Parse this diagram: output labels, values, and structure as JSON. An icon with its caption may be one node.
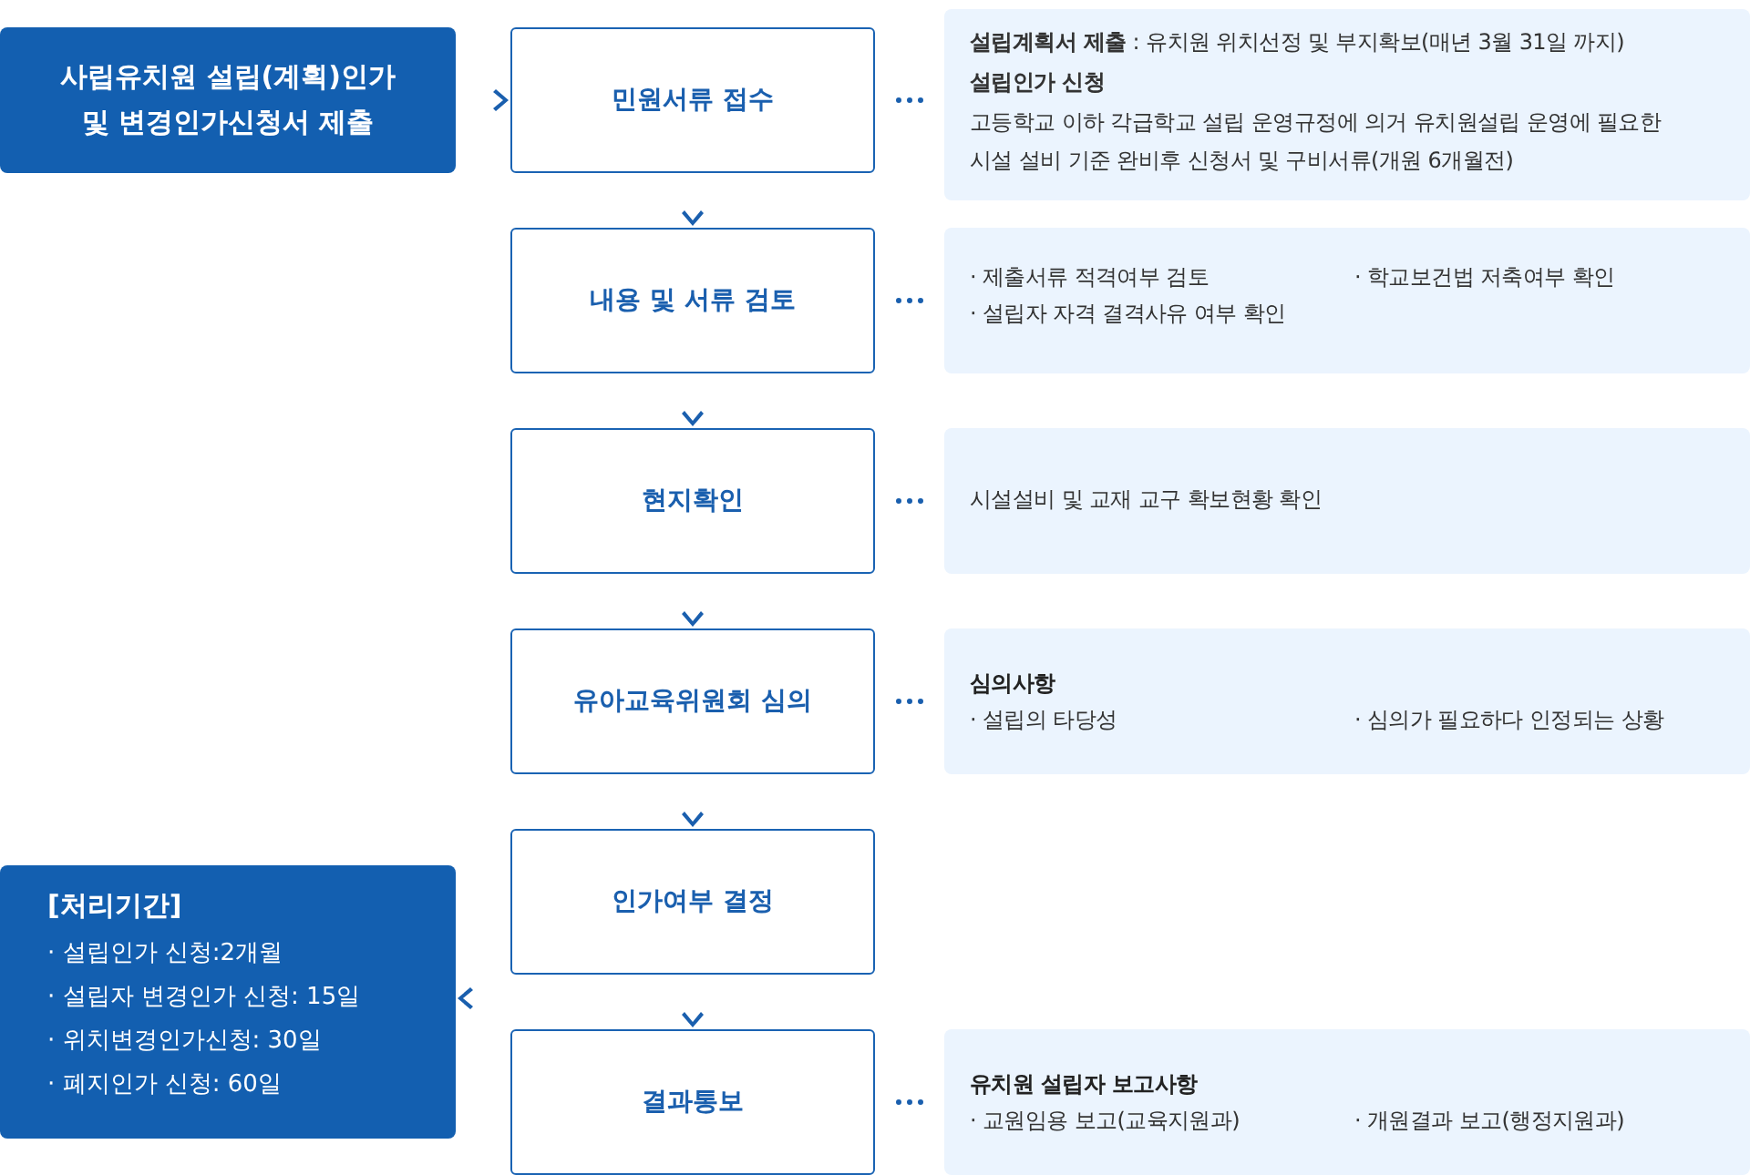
{
  "diagram": {
    "nodes": [
      {
        "text": [
          "사립유치원 설립(계획)인가 및 변경인가신청서 제출"
        ]
      },
      {
        "text": [
          "민원서류 접수"
        ]
      },
      {
        "text": [
          "내용 및 서류 검토"
        ]
      },
      {
        "text": [
          "현지확인"
        ]
      },
      {
        "text": [
          "유아교육위원회 심의"
        ]
      },
      {
        "text": [
          "인가여부 결정"
        ]
      },
      {
        "text": [
          "결과통보"
        ]
      },
      {
        "text": [
          "**설립계획서 제출** : 유치원 위치선정 및 부지확보(매년 3월 31일 까지)",
          "설립인가 신청",
          "고등학교 이하 각급학교 설립 운영규정에 의거 유치원설립 운영에 필요한 시설 설비 기준 완비후 신청서 및 구비서류(개원 6개월전)"
        ]
      },
      {
        "text": [
          "· 제출서류 적격여부 검토",
          "· 학교보건법 저축여부 확인",
          "· 설립자 자격 결격사유 여부 확인"
        ]
      },
      {
        "text": [
          "시설설비 및 교재 교구 확보현황 확인"
        ]
      },
      {
        "text": [
          "심의사항",
          "· 설립의 타당성",
          "· 심의가 필요하다 인정되는 상황"
        ]
      },
      {
        "text": [
          "유치원 설립자 보고사항",
          "· 교원임용 보고(교육지원과)",
          "· 개원결과 보고(행정지원과)"
        ]
      },
      {
        "text": [
          "[처리기간]",
          "· 설립인가 신청:2개월",
          "· 설립자 변경인가 신청: 15일",
          "· 위치변경인가신청: 30일",
          "· 폐지인가 신청: 60일"
        ]
      }
    ],
    "edges": [
      {
        "from": 0,
        "to": 1,
        "arrow": "to"
      },
      {
        "from": 1,
        "to": 2,
        "arrow": "to"
      },
      {
        "from": 2,
        "to": 3,
        "arrow": "to"
      },
      {
        "from": 3,
        "to": 4,
        "arrow": "to"
      },
      {
        "from": 4,
        "to": 5,
        "arrow": "to"
      },
      {
        "from": 5,
        "to": 6,
        "arrow": "to"
      },
      {
        "from": 6,
        "to": 12,
        "arrow": "to"
      },
      {
        "from": 1,
        "to": 7,
        "arrow": "none",
        "style": "dashed"
      },
      {
        "from": 2,
        "to": 8,
        "arrow": "none",
        "style": "dashed"
      },
      {
        "from": 3,
        "to": 9,
        "arrow": "none",
        "style": "dashed"
      },
      {
        "from": 4,
        "to": 10,
        "arrow": "none",
        "style": "dashed"
      },
      {
        "from": 6,
        "to": 11,
        "arrow": "none",
        "style": "dashed"
      }
    ]
  }
}
